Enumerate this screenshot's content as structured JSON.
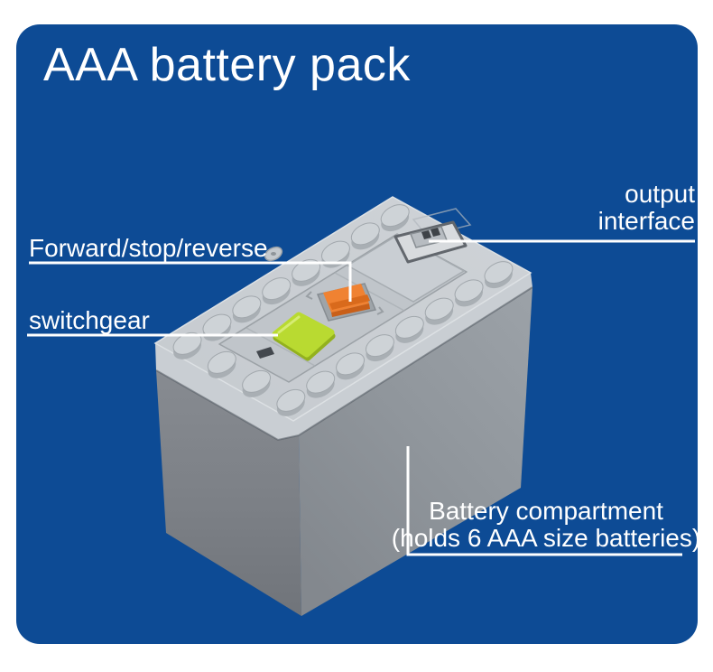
{
  "page": {
    "background_color": "#ffffff"
  },
  "card": {
    "background_color": "#0d4b95",
    "text_color": "#ffffff",
    "title": "AAA battery pack"
  },
  "annotations": {
    "line_color": "#ffffff",
    "output_interface": {
      "text": "output\ninterface"
    },
    "forward_stop_reverse": {
      "text": "Forward/stop/reverse"
    },
    "switchgear": {
      "text": "switchgear"
    },
    "battery_compartment": {
      "text": "Battery compartment\n(holds 6 AAA size batteries)"
    }
  },
  "battery_box": {
    "plate_color": "#c9ced3",
    "plate_edge_color": "#dde1e4",
    "stud_color": "#ced3d7",
    "stud_shadow_color": "#a9afb4",
    "channel_color": "#c0c5ca",
    "body_side_color": "#939aa0",
    "body_end_color": "#7e8389",
    "switch_color": "#f08232",
    "switch_shade_color": "#d96a1c",
    "button_color": "#b9da31",
    "button_highlight_color": "#d6ec74",
    "button_shade_color": "#93b11e",
    "socket_rim_color": "#62676d",
    "socket_floor_color": "#d8dbde"
  }
}
